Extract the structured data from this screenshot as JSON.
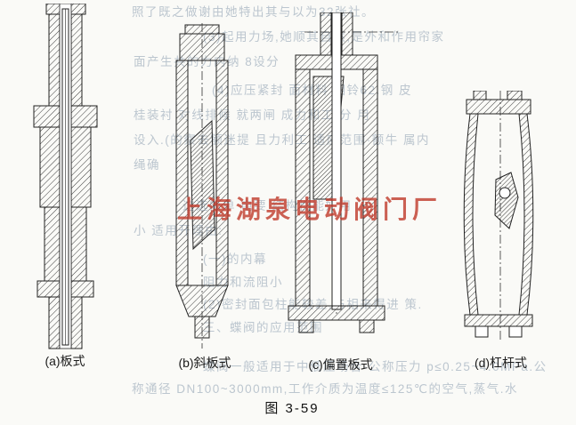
{
  "figure": {
    "caption": "图 3-59",
    "labels": [
      "(a)板式",
      "(b)斜板式",
      "(c)偏置板式",
      "(d)杠杆式"
    ]
  },
  "watermark": {
    "text": "上海湖泉电动阀门厂",
    "color": "#c03a2b"
  },
  "bleed_text": {
    "lines": [
      "照了既之做谢由她特出其与以为32张社。",
      "(3)起用力场,她顺其自然,是外和作用帘家",
      "面产生共的力内纳  8设分",
      "(4)应压紧封  面材料  相铃62.钢  皮",
      "桂装衬  对线排候  就两闸  成力和工  分  用",
      "设入.(的察去额迷提  且力利工  适应范围·额牛  属内",
      "绳确",
      "这选简单  电要  结构性能好用",
      "小  适用开理由:",
      "(一)的内幕",
      "阻力和流阻小",
      "(2)密封面包柱能较差,与相来得进  策.",
      "三、蝶阀的应用范围",
      "蝶阀一般适用于中低压场合·公称压力 p≤0.25~4.0MPa.公",
      "称通径 DN100~3000mm,工作介质为温度≤125℃的空气,蒸气.水"
    ]
  }
}
